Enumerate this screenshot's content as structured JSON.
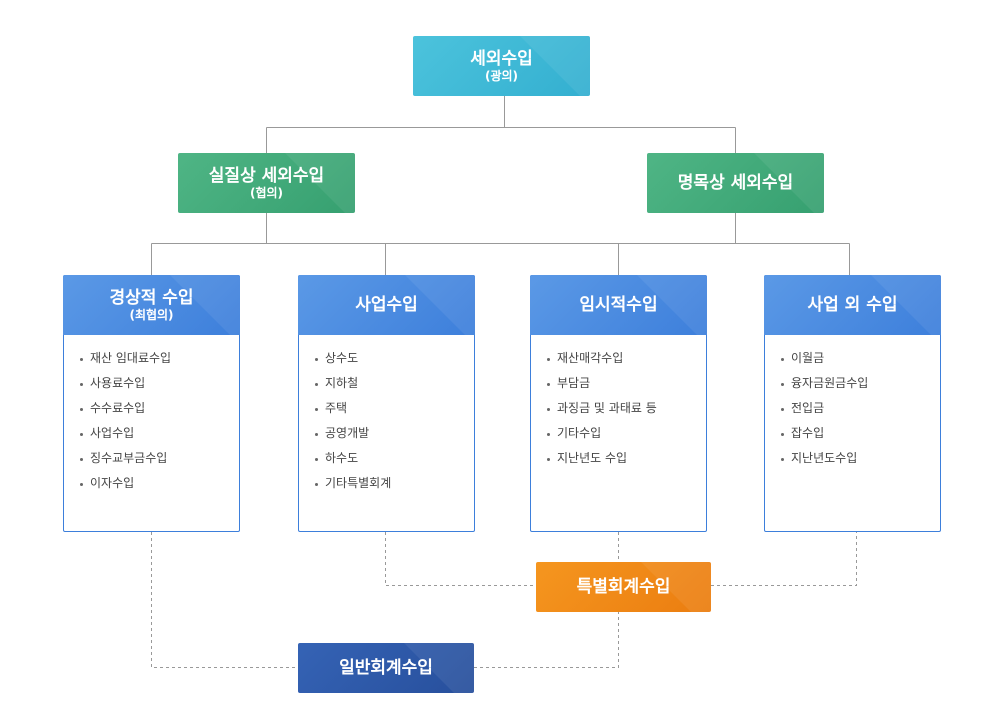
{
  "root": {
    "title": "세외수입",
    "sub": "(광의)"
  },
  "level2": [
    {
      "title": "실질상 세외수입",
      "sub": "(협의)"
    },
    {
      "title": "명목상 세외수입",
      "sub": ""
    }
  ],
  "categories": [
    {
      "title": "경상적 수입",
      "sub": "(최협의)",
      "items": [
        "재산 임대료수입",
        "사용료수입",
        "수수료수입",
        "사업수입",
        "징수교부금수입",
        "이자수입"
      ]
    },
    {
      "title": "사업수입",
      "sub": "",
      "items": [
        "상수도",
        "지하철",
        "주택",
        "공영개발",
        "하수도",
        "기타특별회계"
      ]
    },
    {
      "title": "임시적수입",
      "sub": "",
      "items": [
        "재산매각수입",
        "부담금",
        "과징금 및 과태료 등",
        "기타수입",
        "지난년도 수입"
      ]
    },
    {
      "title": "사업 외 수입",
      "sub": "",
      "items": [
        "이월금",
        "융자금원금수입",
        "전입금",
        "잡수입",
        "지난년도수입"
      ]
    }
  ],
  "special": {
    "title": "특별회계수입"
  },
  "general": {
    "title": "일반회계수입"
  },
  "colors": {
    "root": "#3db8d6",
    "level2": "#43aa7b",
    "category": "#4a8be0",
    "special": "#f08a18",
    "general": "#2e59a8",
    "line": "#999999"
  }
}
